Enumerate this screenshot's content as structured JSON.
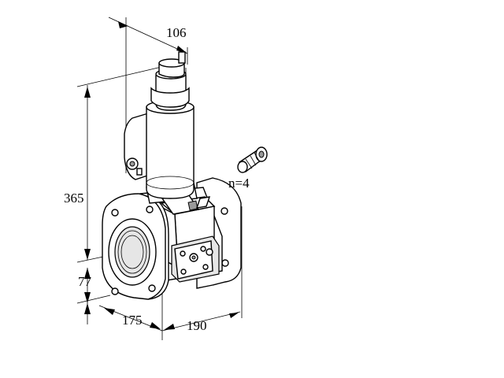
{
  "dimensions": {
    "top_width": "106",
    "height_total": "365",
    "height_base": "77",
    "depth": "175",
    "width": "190",
    "bolt_count": "n=4"
  }
}
